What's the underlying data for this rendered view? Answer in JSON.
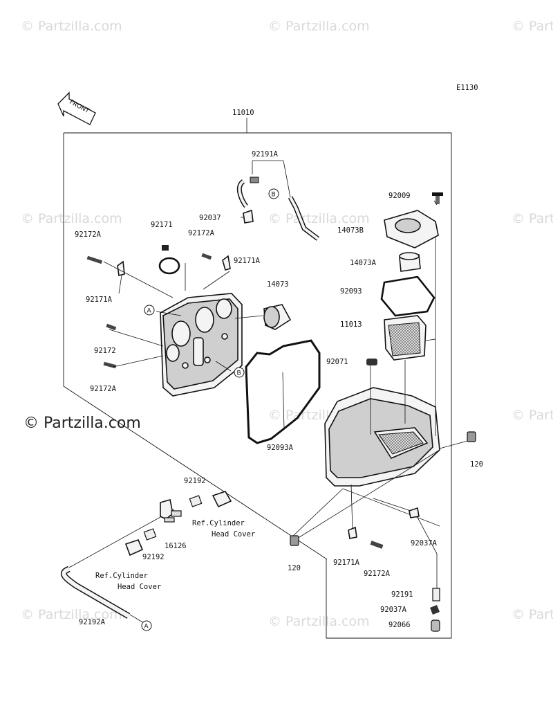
{
  "diagram_code": "E1130",
  "assembly_number": "11010",
  "front_marker": "FRONT",
  "watermark": "© Partzilla.com",
  "callouts": {
    "a": "A",
    "b": "B"
  },
  "parts": {
    "p92191A_top": "92191A",
    "p92037": "92037",
    "p92171": "92171",
    "p92172A_top": "92172A",
    "p92172A_left": "92172A",
    "p92171A_mid": "92171A",
    "p92171A_left": "92171A",
    "p14073": "14073",
    "p92172": "92172",
    "p92172A_low": "92172A",
    "p92009": "92009",
    "p14073B": "14073B",
    "p14073A": "14073A",
    "p92093": "92093",
    "p11013": "11013",
    "p92071": "92071",
    "p92093A": "92093A",
    "p120_right": "120",
    "p120_left": "120",
    "p92192_top": "92192",
    "p16126": "16126",
    "p92192_mid": "92192",
    "p92037A_mid": "92037A",
    "p92171A_low": "92171A",
    "p92172A_bottom": "92172A",
    "p92191": "92191",
    "p92037A_low": "92037A",
    "p92066": "92066",
    "p92192A": "92192A"
  },
  "references": {
    "cyl_head_1_line1": "Ref.Cylinder",
    "cyl_head_1_line2": "Head Cover",
    "cyl_head_2_line1": "Ref.Cylinder",
    "cyl_head_2_line2": "Head Cover"
  }
}
